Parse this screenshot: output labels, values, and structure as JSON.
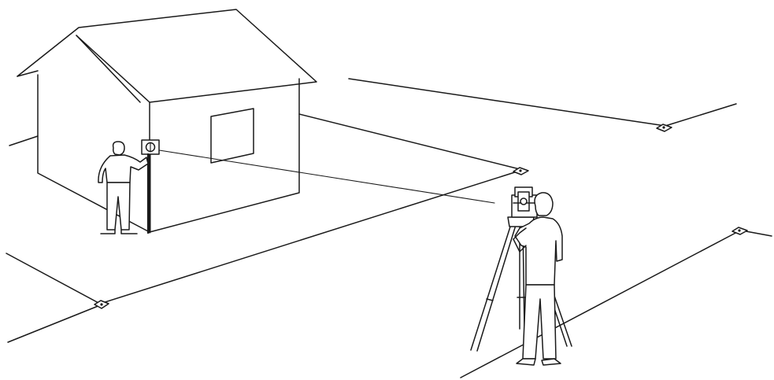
{
  "scene": {
    "background": "#ffffff",
    "line_color": "#1a1a1a",
    "elements": [
      "house",
      "window",
      "prism-target",
      "rod-holder-person",
      "surveyor-person",
      "total-station",
      "tripod",
      "boundary-lines",
      "corner-markers",
      "sight-lines"
    ]
  }
}
